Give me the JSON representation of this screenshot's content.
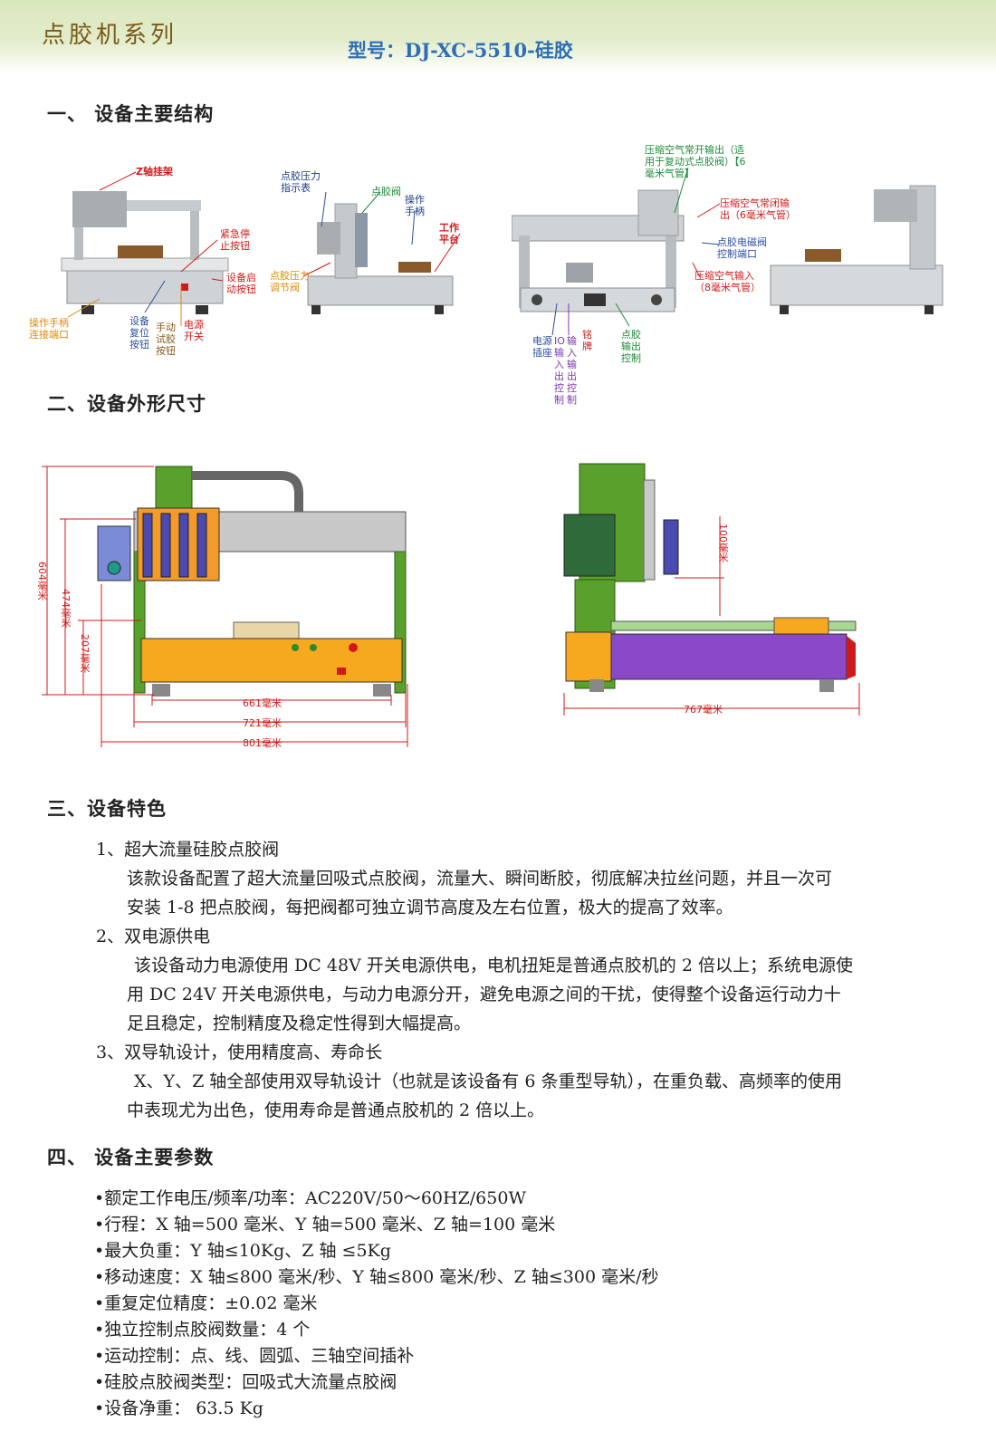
{
  "header": {
    "series": "点胶机系列",
    "model": "型号：DJ-XC-5510-硅胶"
  },
  "sections": {
    "s1": "一、 设备主要结构",
    "s2": "二、设备外形尺寸",
    "s3": "三、设备特色",
    "s4": "四、 设备主要参数"
  },
  "structure_labels": {
    "z_hanger": "Z轴挂架",
    "emergency": "紧急停\n止按钮",
    "start": "设备启\n动按钮",
    "handle_port": "操作手柄\n连接端口",
    "reset": "设备\n复位\n按钮",
    "manual": "手动\n试胶\n按钮",
    "power_sw": "电源\n开关",
    "gauge": "点胶压力\n指示表",
    "valve": "点胶阀",
    "handle": "操作\n手柄",
    "platform": "工作\n平台",
    "pressure_valve": "点胶压力\n调节阀",
    "air_open": "压缩空气常开输出（适\n用于复动式点胶阀）【6\n毫米气管】",
    "air_close": "压缩空气常闭输\n出（6毫米气管）",
    "solenoid": "点胶电磁阀\n控制端口",
    "air_in": "压缩空气输入\n（8毫米气管）",
    "power_socket": "电源\n插座",
    "io": "IO\n输\n入\n出\n控\n制",
    "io2": "输\n入\n输\n出\n控\n制",
    "nameplate": "铭\n牌",
    "glue_out": "点胶\n输出\n控制"
  },
  "dimensions": {
    "h604": "604毫米",
    "h474": "474毫米",
    "h207": "207毫米",
    "w661": "661毫米",
    "w721": "721毫米",
    "w801": "801毫米",
    "z100": "100毫米",
    "d767": "767毫米"
  },
  "features": {
    "f1_title": "1、超大流量硅胶点胶阀",
    "f1_l1": "该款设备配置了超大流量回吸式点胶阀，流量大、瞬间断胶，彻底解决拉丝问题，并且一次可",
    "f1_l2": "安装 1-8 把点胶阀，每把阀都可独立调节高度及左右位置，极大的提高了效率。",
    "f2_title": "2、双电源供电",
    "f2_l1": "该设备动力电源使用 DC 48V 开关电源供电，电机扭矩是普通点胶机的 2 倍以上；系统电源使",
    "f2_l2": "用 DC 24V 开关电源供电，与动力电源分开，避免电源之间的干扰，使得整个设备运行动力十",
    "f2_l3": "足且稳定，控制精度及稳定性得到大幅提高。",
    "f3_title": "3、双导轨设计，使用精度高、寿命长",
    "f3_l1": "X、Y、Z 轴全部使用双导轨设计（也就是该设备有 6 条重型导轨），在重负载、高频率的使用",
    "f3_l2": "中表现尤为出色，使用寿命是普通点胶机的 2 倍以上。"
  },
  "params": [
    "•额定工作电压/频率/功率：AC220V/50～60HZ/650W",
    "•行程：X 轴=500 毫米、Y 轴=500 毫米、Z 轴=100 毫米",
    "•最大负重：Y 轴≤10Kg、Z 轴 ≤5Kg",
    "•移动速度：X 轴≤800 毫米/秒、Y 轴≤800 毫米/秒、Z 轴≤300 毫米/秒",
    "•重复定位精度：±0.02 毫米",
    "•独立控制点胶阀数量：4 个",
    "•运动控制：点、线、圆弧、三轴空间插补",
    "•硅胶点胶阀类型：回吸式大流量点胶阀",
    "•设备净重： 63.5 Kg"
  ]
}
